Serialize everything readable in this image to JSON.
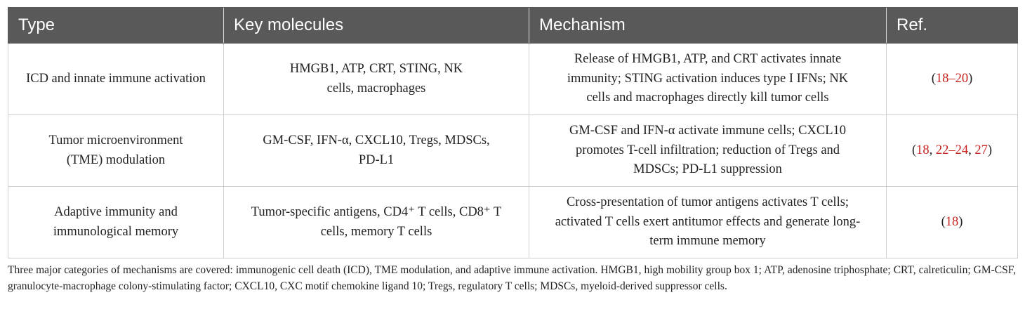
{
  "table": {
    "headers": [
      "Type",
      "Key molecules",
      "Mechanism",
      "Ref."
    ],
    "rows": [
      {
        "type_lines": [
          "ICD and innate immune activation"
        ],
        "molecules_lines": [
          "HMGB1, ATP, CRT, STING, NK",
          "cells, macrophages"
        ],
        "mechanism_lines": [
          "Release of HMGB1, ATP, and CRT activates innate",
          "immunity; STING activation induces type I IFNs; NK",
          "cells and macrophages directly kill tumor cells"
        ],
        "ref": {
          "open": "(",
          "parts": [
            {
              "text": "18–20",
              "linked": true
            }
          ],
          "close": ")"
        }
      },
      {
        "type_lines": [
          "Tumor microenvironment",
          "(TME) modulation"
        ],
        "molecules_lines": [
          "GM-CSF, IFN-α, CXCL10, Tregs, MDSCs,",
          "PD-L1"
        ],
        "mechanism_lines": [
          "GM-CSF and IFN-α activate immune cells; CXCL10",
          "promotes T-cell infiltration; reduction of Tregs and",
          "MDSCs; PD-L1 suppression"
        ],
        "ref": {
          "open": "(",
          "parts": [
            {
              "text": "18",
              "linked": true
            },
            {
              "text": ", ",
              "linked": false
            },
            {
              "text": "22–24",
              "linked": true
            },
            {
              "text": ", ",
              "linked": false
            },
            {
              "text": "27",
              "linked": true
            }
          ],
          "close": ")"
        }
      },
      {
        "type_lines": [
          "Adaptive immunity and",
          "immunological memory"
        ],
        "molecules_lines": [
          "Tumor-specific antigens, CD4⁺ T cells, CD8⁺ T",
          "cells, memory T cells"
        ],
        "mechanism_lines": [
          "Cross-presentation of tumor antigens activates T cells;",
          "activated T cells exert antitumor effects and generate long-",
          "term immune memory"
        ],
        "ref": {
          "open": "(",
          "parts": [
            {
              "text": "18",
              "linked": true
            }
          ],
          "close": ")"
        }
      }
    ]
  },
  "footnote": "Three major categories of mechanisms are covered: immunogenic cell death (ICD), TME modulation, and adaptive immune activation. HMGB1, high mobility group box 1; ATP, adenosine triphosphate; CRT, calreticulin; GM-CSF, granulocyte-macrophage colony-stimulating factor; CXCL10, CXC motif chemokine ligand 10; Tregs, regulatory T cells; MDSCs, myeloid-derived suppressor cells.",
  "colors": {
    "header_bg": "#595959",
    "header_text": "#ffffff",
    "ref_link": "#c8241f",
    "border": "#cfcfcf"
  }
}
